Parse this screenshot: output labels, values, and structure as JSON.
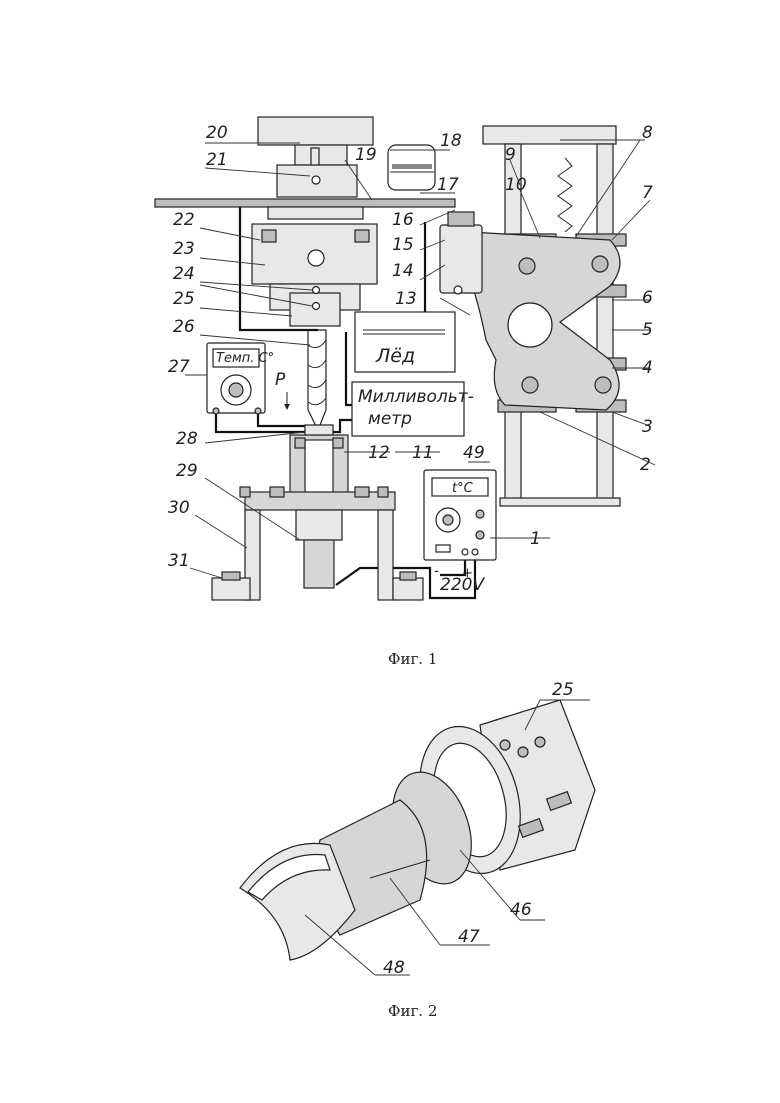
{
  "figure1": {
    "caption": "Фиг. 1",
    "callouts": [
      "1",
      "2",
      "3",
      "4",
      "5",
      "6",
      "7",
      "8",
      "9",
      "10",
      "11",
      "12",
      "13",
      "14",
      "15",
      "16",
      "17",
      "18",
      "19",
      "20",
      "21",
      "22",
      "23",
      "24",
      "25",
      "26",
      "27",
      "28",
      "29",
      "30",
      "31",
      "49"
    ],
    "thermometer_display": "Темп. С°",
    "force_label": "P",
    "ice_label": "Лёд",
    "millivoltmeter_label_line1": "Милливольт-",
    "millivoltmeter_label_line2": "метр",
    "power_display": "t°C",
    "voltage_label": "220V",
    "minus_sign": "-",
    "plus_sign": "+"
  },
  "figure2": {
    "caption": "Фиг. 2",
    "callouts": [
      "25",
      "46",
      "47",
      "48"
    ]
  }
}
